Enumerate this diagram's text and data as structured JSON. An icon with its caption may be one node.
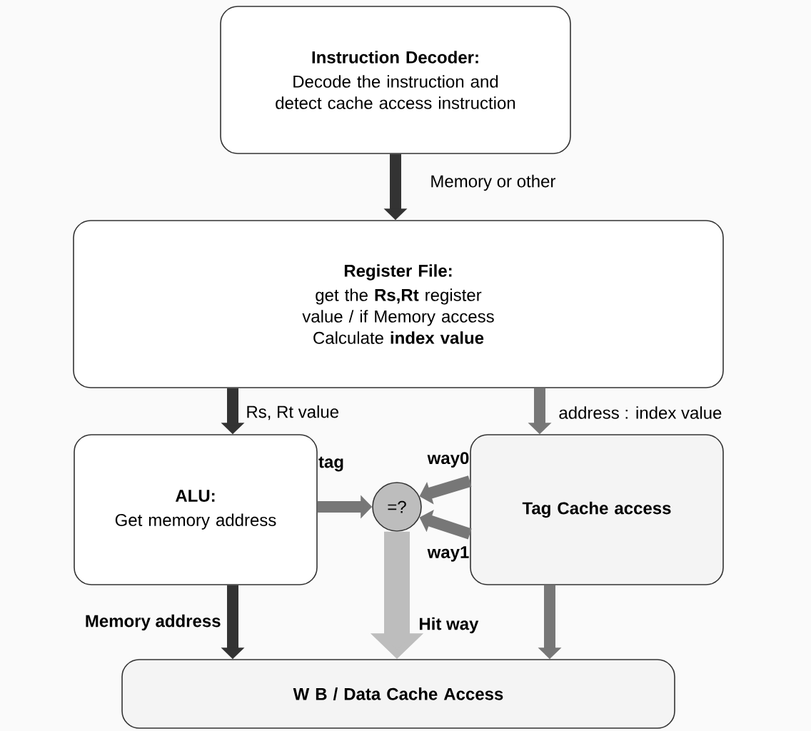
{
  "diagram": {
    "nodes": [
      {
        "text": [
          "Instruction Decoder:",
          "Decode the instruction and detect cache access instruction"
        ]
      },
      {
        "text": [
          "Register File:",
          "get the **Rs,Rt** register value / if Memory access Calculate **index value**"
        ]
      },
      {
        "text": [
          "ALU:",
          "Get memory address"
        ]
      },
      {
        "text": [
          "=?"
        ]
      },
      {
        "text": [
          "Tag Cache access"
        ]
      },
      {
        "text": [
          "W B / Data Cache Access"
        ]
      }
    ],
    "edges": [
      {
        "from": 0,
        "to": 1,
        "arrow": "to",
        "label": "Memory or other",
        "color": "#333333"
      },
      {
        "from": 1,
        "to": 2,
        "arrow": "to",
        "label": "Rs, Rt value",
        "color": "#333333"
      },
      {
        "from": 1,
        "to": 4,
        "arrow": "to",
        "label": "address : index value"
      },
      {
        "from": 2,
        "to": 3,
        "arrow": "to",
        "label": "tag"
      },
      {
        "from": 4,
        "to": 3,
        "arrow": "to",
        "label": "way0"
      },
      {
        "from": 4,
        "to": 3,
        "arrow": "to",
        "label": "way1"
      },
      {
        "from": 3,
        "to": 5,
        "arrow": "to",
        "label": "Hit way",
        "color": "#bdbdbd",
        "style": "thick"
      },
      {
        "from": 2,
        "to": 5,
        "arrow": "to",
        "label": "Memory address",
        "color": "#333333"
      },
      {
        "from": 4,
        "to": 5,
        "arrow": "to"
      }
    ]
  }
}
